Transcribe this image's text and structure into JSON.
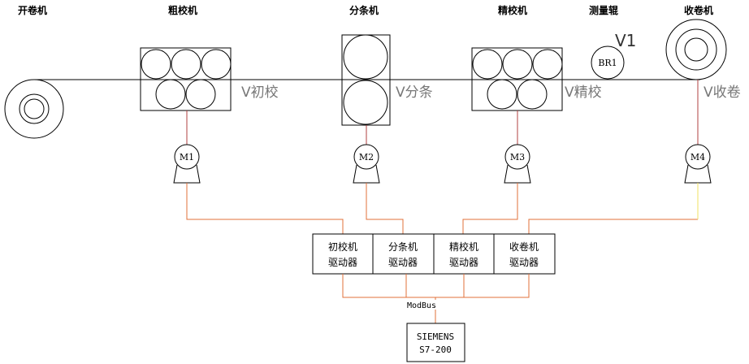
{
  "labels": {
    "uncoiler": "开卷机",
    "rough_leveler": "粗校机",
    "slitter": "分条机",
    "fine_leveler": "精校机",
    "measure_roll": "测量辊",
    "recoiler": "收卷机"
  },
  "speeds": {
    "v_rough": "V初校",
    "v_slit": "V分条",
    "v_fine": "V精校",
    "v_recoil": "V收卷",
    "v1": "V1"
  },
  "measure_roll_label": "BR1",
  "motors": [
    "M1",
    "M2",
    "M3",
    "M4"
  ],
  "drivers": [
    {
      "line1": "初校机",
      "line2": "驱动器"
    },
    {
      "line1": "分条机",
      "line2": "驱动器"
    },
    {
      "line1": "精校机",
      "line2": "驱动器"
    },
    {
      "line1": "收卷机",
      "line2": "驱动器"
    }
  ],
  "bus_label": "ModBus",
  "plc": {
    "line1": "SIEMENS",
    "line2": "S7-200"
  },
  "colors": {
    "wire": "#e0703a",
    "yellow_wire": "#f0e060",
    "motor_link": "#b04040",
    "line": "#000000"
  }
}
